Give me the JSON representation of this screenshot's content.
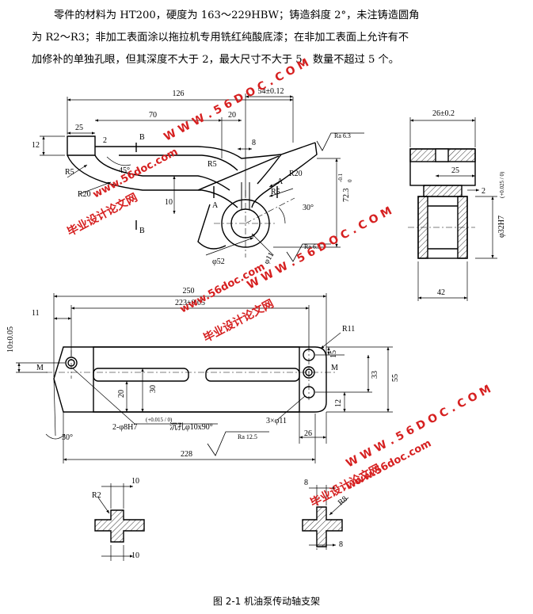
{
  "paragraph": {
    "line1": "零件的材料为 HT200，硬度为 163～229HBW；铸造斜度 2°，未注铸造圆角",
    "line2": "为 R2～R3；非加工表面涂以拖拉机专用铣红纯酸底漆；在非加工表面上允许有不",
    "line3": "加修补的单独孔眼，但其深度不大于 2，最大尺寸不大于 5，数量不超过 5 个。"
  },
  "caption": "图 2-1  机油泵传动轴支架",
  "front_view": {
    "dims": {
      "d126": "126",
      "d54": "54±0.12",
      "d25": "25",
      "d12": "12",
      "d70": "70",
      "d20": "20",
      "d8": "8",
      "d2": "2",
      "d10": "10",
      "d45": "45°",
      "dR5a": "R5",
      "dR5b": "R5",
      "dR5c": "R5",
      "dR20a": "R20",
      "dR20b": "R20",
      "d72": "72.3",
      "d72tol": "-0.1",
      "d72tol2": "0",
      "d30deg": "30°",
      "d52": "φ52",
      "d11": "φ11",
      "sectA1": "A",
      "sectA2": "A",
      "sectB1": "B",
      "sectB2": "B",
      "ra1": "Ra 6.3",
      "ra2": "Ra 6.3"
    }
  },
  "side_view": {
    "dims": {
      "d26": "26±0.2",
      "d25": "25",
      "d2": "2",
      "d32": "φ32H7",
      "d32tol": "(+0.025 / 0)",
      "d42": "42"
    }
  },
  "top_view": {
    "dims": {
      "d250": "250",
      "d223": "223±0.05",
      "d11": "11",
      "d10": "10±0.05",
      "dR11": "R11",
      "d15": "15",
      "d33": "33",
      "d55": "55",
      "dM1": "M",
      "dM2": "M",
      "d20": "20",
      "d30": "30",
      "d12": "12",
      "dholes": "2-φ8H7",
      "dholetol": "(+0.015 / 0)",
      "dcsk": "沉孔φ10x90°",
      "d3x11": "3×φ11",
      "d26": "26",
      "d30deg": "30°",
      "d228": "228",
      "ra": "Ra 12.5"
    }
  },
  "sections": {
    "left": {
      "d10a": "10",
      "dR2": "R2",
      "d10b": "10"
    },
    "right": {
      "d8a": "8",
      "dR8": "R8",
      "d8b": "8"
    }
  },
  "watermarks": {
    "site": "www.56doc.com",
    "site_caps": "W W W . 5 6 D O C . C O M",
    "brand": "毕业设计论文网"
  }
}
